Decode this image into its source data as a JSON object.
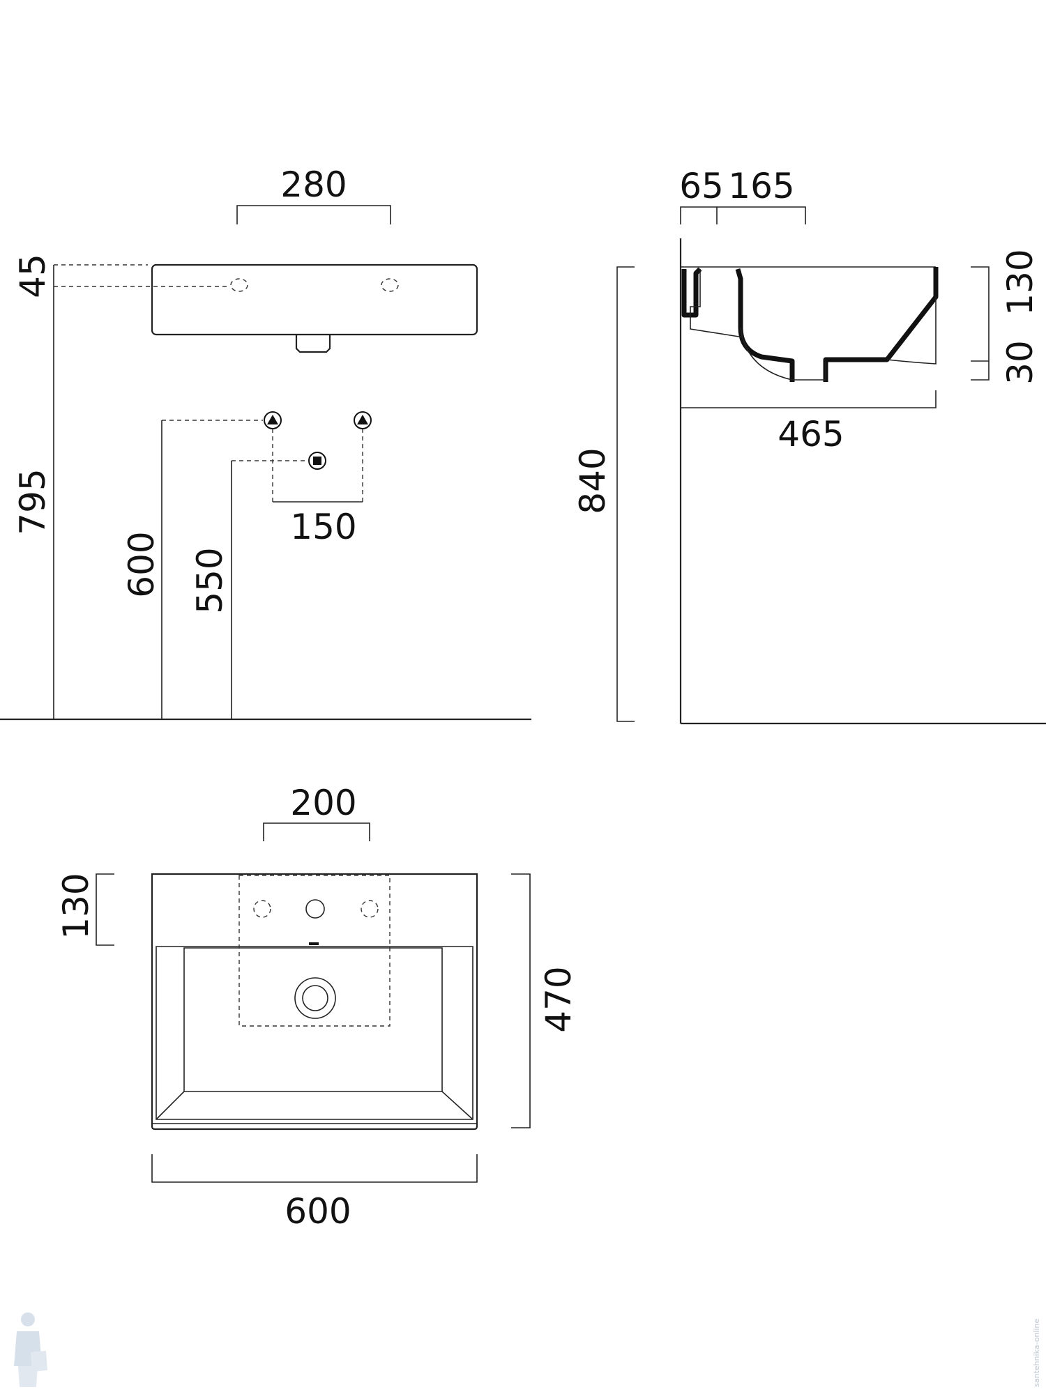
{
  "front_view": {
    "tap_spacing": "280",
    "tap_height_offset": "45",
    "basin_top_height": "795",
    "supply_height": "600",
    "drain_height": "550",
    "supply_spacing": "150"
  },
  "side_view": {
    "wall_offset": "65",
    "tap_to_bowl": "165",
    "bowl_depth": "130",
    "base_thickness": "30",
    "projection": "465",
    "top_height": "840"
  },
  "top_view": {
    "tap_zone_width": "200",
    "deck_depth": "130",
    "total_depth": "470",
    "total_width": "600"
  },
  "watermark_text": "santehnika-online"
}
